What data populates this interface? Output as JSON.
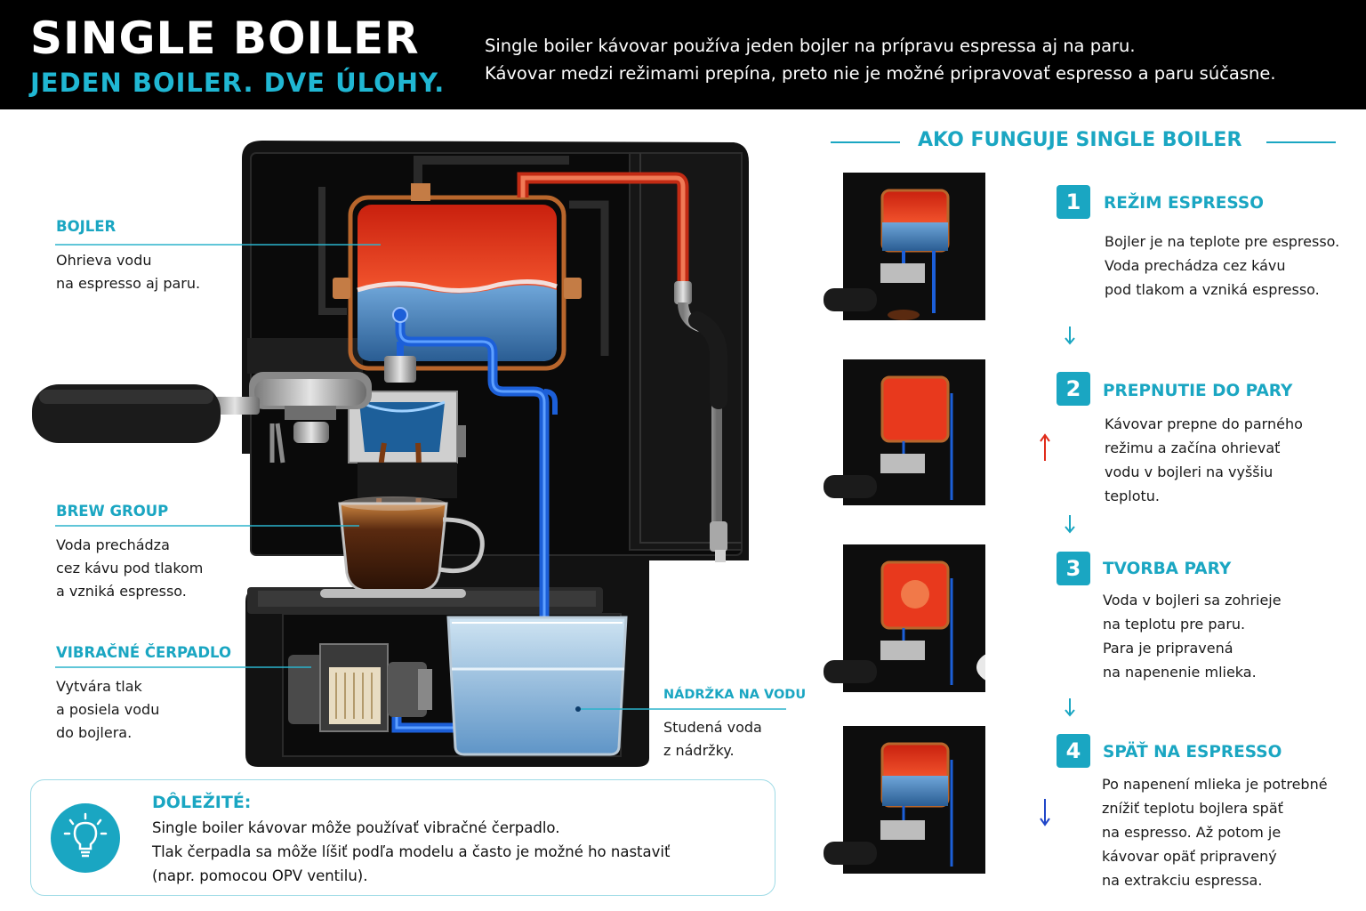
{
  "header": {
    "title": "SINGLE BOILER",
    "subtitle": "JEDEN BOILER. DVE ÚLOHY.",
    "description_lines": [
      "Single boiler kávovar používa jeden bojler na prípravu espressa aj na paru.",
      "Kávovar medzi režimami prepína, preto nie je možné pripravovať espresso a paru súčasne."
    ]
  },
  "labels": {
    "bojler": {
      "title": "BOJLER",
      "lines": [
        "Ohrieva vodu",
        "na espresso aj paru."
      ]
    },
    "brew_group": {
      "title": "BREW GROUP",
      "lines": [
        "Voda prechádza",
        "cez kávu pod tlakom",
        "a vzniká espresso."
      ]
    },
    "pump": {
      "title": "VIBRAČNÉ ČERPADLO",
      "lines": [
        "Vytvára tlak",
        "a posiela vodu",
        "do bojlera."
      ]
    },
    "tank": {
      "title": "NÁDRŽKA NA VODU",
      "lines": [
        "Studená voda",
        "z nádržky."
      ]
    }
  },
  "info": {
    "title": "DÔLEŽITÉ:",
    "lines": [
      "Single boiler kávovar môže používať vibračné čerpadlo.",
      "Tlak čerpadla sa môže líšiť podľa modelu a často je možné ho nastaviť",
      "(napr. pomocou OPV ventilu)."
    ],
    "icon": "lightbulb-icon"
  },
  "how_it_works": {
    "title": "AKO FUNGUJE SINGLE BOILER",
    "steps": [
      {
        "number": "1",
        "title": "REŽIM ESPRESSO",
        "lines": [
          "Bojler je na teplote pre espresso.",
          "Voda prechádza cez kávu",
          "pod tlakom a vzniká espresso."
        ]
      },
      {
        "number": "2",
        "title": "PREPNUTIE DO PARY",
        "lines": [
          "Kávovar prepne do parného",
          "režimu a začína ohrievať",
          "vodu v bojleri na vyššiu",
          "teplotu."
        ]
      },
      {
        "number": "3",
        "title": "TVORBA PARY",
        "lines": [
          "Voda v bojleri sa zohrieje",
          "na teplotu pre paru.",
          "Para je pripravená",
          "na napenenie mlieka."
        ]
      },
      {
        "number": "4",
        "title": "SPÄŤ NA ESPRESSO",
        "lines": [
          "Po napenení mlieka je potrebné",
          "znížiť teplotu bojlera späť",
          "na espresso. Až potom je",
          "kávovar opäť pripravený",
          "na extrakciu espressa."
        ]
      }
    ]
  },
  "colors": {
    "accent": "#1aa6c2",
    "hot": "#e8391d",
    "cold": "#1c5fd8",
    "body": "#111111"
  }
}
